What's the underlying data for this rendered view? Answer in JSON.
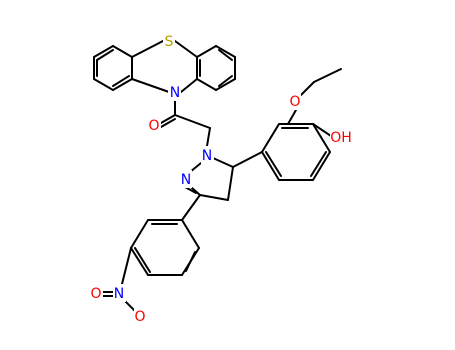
{
  "molecule": {
    "atoms": [
      {
        "label": "S",
        "color": "#b8a000"
      },
      {
        "label": "N",
        "color": "#0000ff"
      },
      {
        "label": "O",
        "color": "#ff0000"
      },
      {
        "label": "N",
        "color": "#0000ff"
      },
      {
        "label": "N",
        "color": "#0000ff"
      },
      {
        "label": "O",
        "color": "#ff0000"
      },
      {
        "label": "OH",
        "color": "#ff0000"
      },
      {
        "label": "N",
        "color": "#0000ff"
      },
      {
        "label": "O",
        "color": "#ff0000"
      },
      {
        "label": "O",
        "color": "#ff0000"
      }
    ],
    "bond_color": "#000000"
  }
}
